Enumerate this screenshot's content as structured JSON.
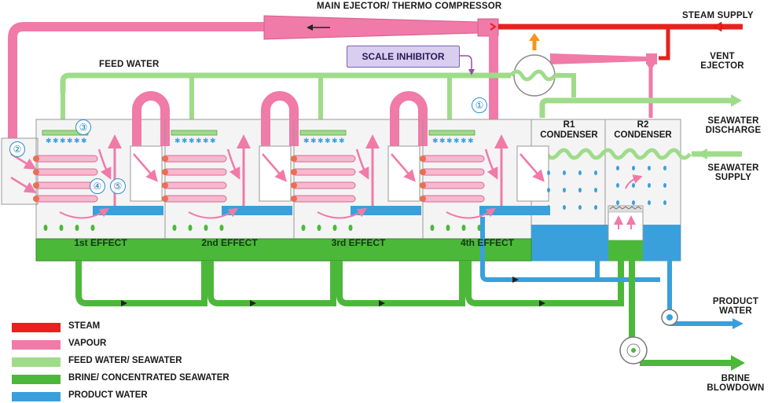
{
  "colors": {
    "steam": "#e8201e",
    "vapour": "#f07aa8",
    "feed_water": "#9fdc8a",
    "brine": "#4cb83a",
    "product_water": "#3aa0dc"
  },
  "labels": {
    "main_ejector": "MAIN EJECTOR/ THERMO COMPRESSOR",
    "steam_supply": "STEAM SUPPLY",
    "feed_water": "FEED WATER",
    "scale_inhibitor": "SCALE INHIBITOR",
    "vent_ejector_line1": "VENT",
    "vent_ejector_line2": "EJECTOR",
    "seawater_discharge_line1": "SEAWATER",
    "seawater_discharge_line2": "DISCHARGE",
    "seawater_supply_line1": "SEAWATER",
    "seawater_supply_line2": "SUPPLY",
    "product_water_line1": "PRODUCT",
    "product_water_line2": "WATER",
    "brine_blowdown_line1": "BRINE",
    "brine_blowdown_line2": "BLOWDOWN"
  },
  "condensers": [
    {
      "line1": "R1",
      "line2": "CONDENSER"
    },
    {
      "line1": "R2",
      "line2": "CONDENSER"
    }
  ],
  "effects": [
    "1st EFFECT",
    "2nd EFFECT",
    "3rd EFFECT",
    "4th EFFECT"
  ],
  "markers": [
    "①",
    "②",
    "③",
    "④",
    "⑤"
  ],
  "legend": [
    {
      "label": "STEAM",
      "color": "#e8201e"
    },
    {
      "label": "VAPOUR",
      "color": "#f07aa8"
    },
    {
      "label": "FEED WATER/ SEAWATER",
      "color": "#9fdc8a"
    },
    {
      "label": "BRINE/ CONCENTRATED SEAWATER",
      "color": "#4cb83a"
    },
    {
      "label": "PRODUCT WATER",
      "color": "#3aa0dc"
    }
  ]
}
